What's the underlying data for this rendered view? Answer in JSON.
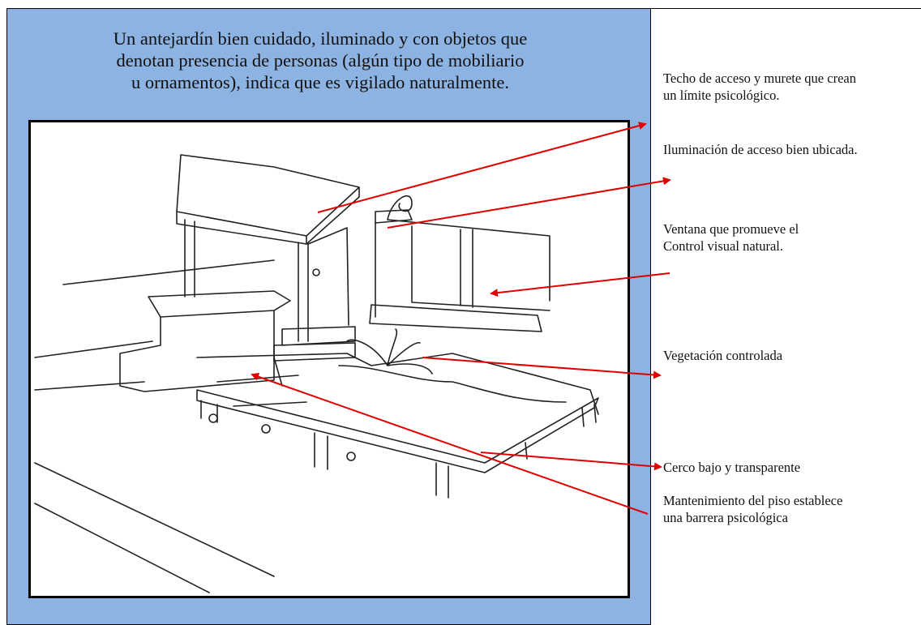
{
  "caption": {
    "line1": "Un antejardín bien cuidado, iluminado y con objetos que",
    "line2": "denotan presencia de personas (algún tipo de mobiliario",
    "line3": "u ornamentos), indica que es vigilado naturalmente."
  },
  "labels": {
    "roof_l1": "Techo de acceso y murete que crean",
    "roof_l2": "un límite psicológico.",
    "lighting": "Iluminación de acceso bien ubicada.",
    "window_l1": "Ventana que promueve el",
    "window_l2": "Control visual natural.",
    "vegetation": "Vegetación controlada",
    "fence": "Cerco bajo y transparente",
    "floor_l1": "Mantenimiento del piso establece",
    "floor_l2": "una barrera psicológica"
  },
  "colors": {
    "panel_bg": "#8db3e2",
    "arrow": "#e00000",
    "sketch": "#222222"
  }
}
